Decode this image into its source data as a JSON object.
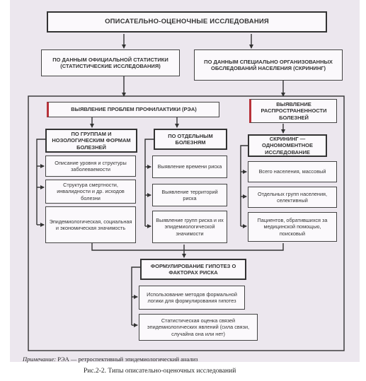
{
  "title": "ОПИСАТЕЛЬНО-ОЦЕНОЧНЫЕ ИССЛЕДОВАНИЯ",
  "official_stats": "ПО ДАННЫМ ОФИЦИАЛЬНОЙ СТАТИСТИКИ (СТАТИСТИЧЕСКИЕ ИССЛЕДОВАНИЯ)",
  "special_surveys": "ПО ДАННЫМ СПЕЦИАЛЬНО ОРГАНИЗОВАННЫХ ОБСЛЕДОВАНИЙ НАСЕЛЕНИЯ (СКРИНИНГ)",
  "prevention_problems": "ВЫЯВЛЕНИЕ ПРОБЛЕМ ПРОФИЛАКТИКИ (РЭА)",
  "prevalence": "ВЫЯВЛЕНИЕ РАСПРОСТРАНЕННОСТИ БОЛЕЗНЕЙ",
  "groups": {
    "header": "ПО ГРУППАМ И НОЗОЛОГИЧЕСКИМ ФОРМАМ БОЛЕЗНЕЙ",
    "items": [
      "Описание уровня и структуры заболеваемости",
      "Структура смертности, инвалидности и др. исходов болезни",
      "Эпидемиологическая, социальная и экономическая значимость"
    ]
  },
  "diseases": {
    "header": "ПО ОТДЕЛЬНЫМ БОЛЕЗНЯМ",
    "items": [
      "Выявление времени риска",
      "Выявление территорий риска",
      "Выявление групп риска и их эпидемиологической значимости"
    ]
  },
  "screening": {
    "header": "СКРИНИНГ — ОДНОМОМЕНТНОЕ ИССЛЕДОВАНИЕ",
    "items": [
      "Всего населения, массовый",
      "Отдельных групп населения, селективный",
      "Пациентов, обратившихся за медицинской помощью, поисковый"
    ]
  },
  "hypotheses": {
    "header": "ФОРМУЛИРОВАНИЕ ГИПОТЕЗ О ФАКТОРАХ РИСКА",
    "items": [
      "Использование методов формальной логики для формулирования гипотез",
      "Статистическая оценка связей эпидемиологических явлений (сила связи, случайна она или нет)"
    ]
  },
  "footnote": {
    "label": "Примечание:",
    "text": " РЭА — ретроспективный эпидемиологический анализ"
  },
  "caption": "Рис.2-2. Типы описательно-оценочных исследований"
}
